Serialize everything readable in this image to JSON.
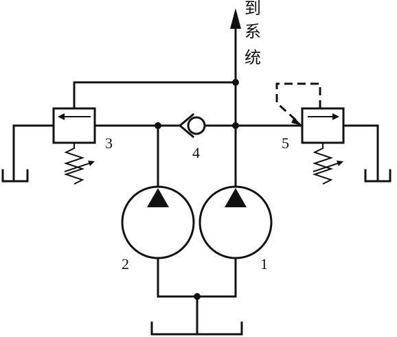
{
  "destination": {
    "chars": [
      "到",
      "系",
      "统"
    ]
  },
  "components": {
    "pump_1": "1",
    "pump_2": "2",
    "relief_valve_3": "3",
    "check_valve_4": "4",
    "relief_valve_5": "5"
  },
  "colors": {
    "line": "#111111",
    "background": "#ffffff"
  }
}
